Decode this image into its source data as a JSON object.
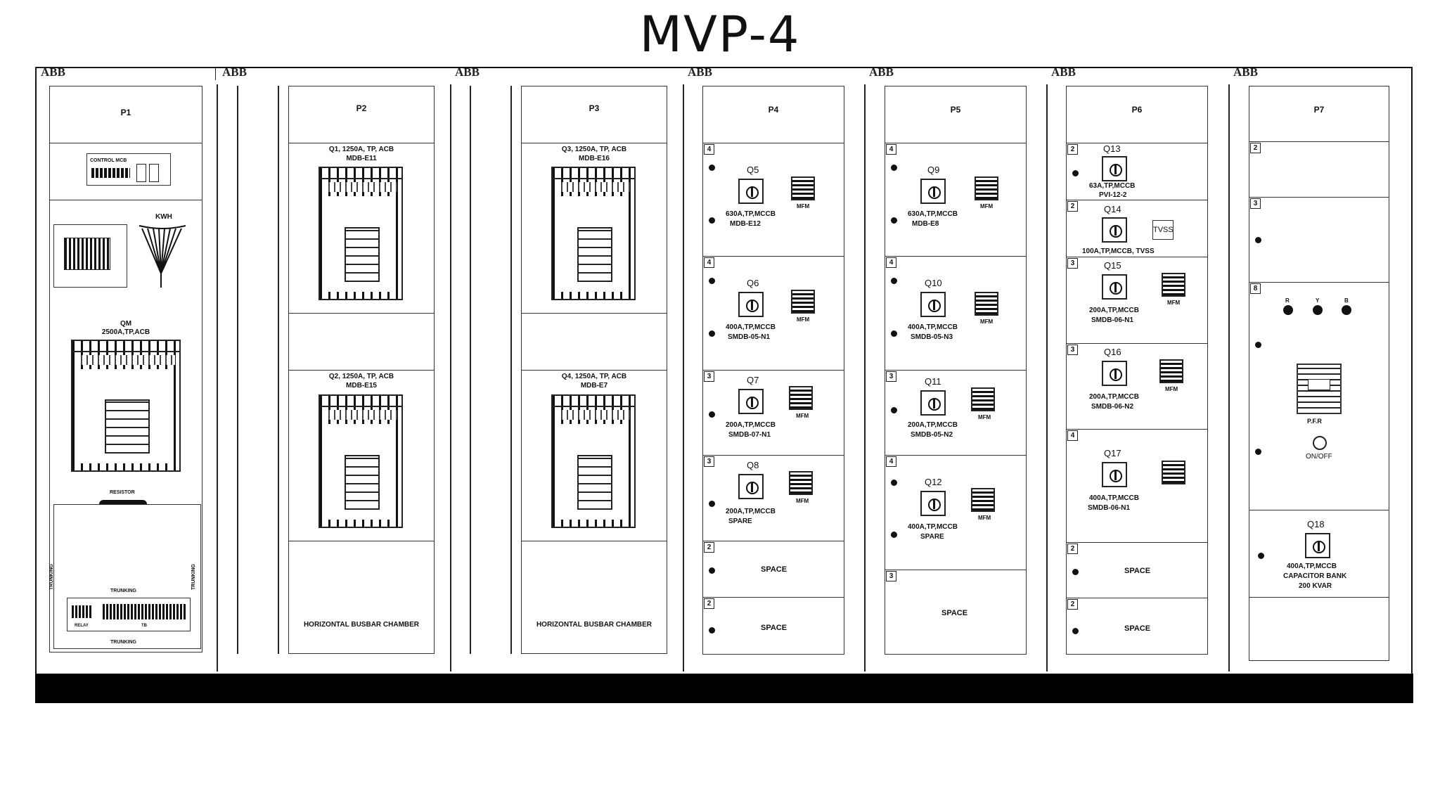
{
  "title": "MVP-4",
  "brand": "ABB",
  "panels": {
    "p1": {
      "name": "P1",
      "control_label": "CONTROL MCB",
      "kwh": "KWH",
      "qm_label": "QM",
      "qm_desc": "2500A,TP,ACB",
      "resistor": "RESISTOR",
      "trunking_left": "TRUNKING",
      "trunking_right": "TRUNKING",
      "trunking_mid": "TRUNKING",
      "trunking_bottom": "TRUNKING",
      "relay": "RELAY",
      "tb": "TB"
    },
    "p2": {
      "name": "P2",
      "q1": "Q1, 1250A, TP, ACB",
      "q1_sub": "MDB-E11",
      "q2": "Q2, 1250A, TP, ACB",
      "q2_sub": "MDB-E15",
      "busbar": "HORIZONTAL BUSBAR CHAMBER"
    },
    "p3": {
      "name": "P3",
      "q3": "Q3, 1250A, TP, ACB",
      "q3_sub": "MDB-E16",
      "q4": "Q4, 1250A, TP, ACB",
      "q4_sub": "MDB-E7",
      "busbar": "HORIZONTAL BUSBAR CHAMBER"
    },
    "p4": {
      "name": "P4",
      "cells": [
        {
          "num": "4",
          "q": "Q5",
          "l1": "630A,TP,MCCB",
          "l2": "MDB-E12",
          "mfm": "MFM"
        },
        {
          "num": "4",
          "q": "Q6",
          "l1": "400A,TP,MCCB",
          "l2": "SMDB-05-N1",
          "mfm": "MFM"
        },
        {
          "num": "3",
          "q": "Q7",
          "l1": "200A,TP,MCCB",
          "l2": "SMDB-07-N1",
          "mfm": "MFM"
        },
        {
          "num": "3",
          "q": "Q8",
          "l1": "200A,TP,MCCB",
          "l2": "SPARE",
          "mfm": "MFM"
        },
        {
          "num": "2",
          "space": "SPACE"
        },
        {
          "num": "2",
          "space": "SPACE"
        }
      ]
    },
    "p5": {
      "name": "P5",
      "cells": [
        {
          "num": "4",
          "q": "Q9",
          "l1": "630A,TP,MCCB",
          "l2": "MDB-E8",
          "mfm": "MFM"
        },
        {
          "num": "4",
          "q": "Q10",
          "l1": "400A,TP,MCCB",
          "l2": "SMDB-05-N3",
          "mfm": "MFM"
        },
        {
          "num": "3",
          "q": "Q11",
          "l1": "200A,TP,MCCB",
          "l2": "SMDB-05-N2",
          "mfm": "MFM"
        },
        {
          "num": "4",
          "q": "Q12",
          "l1": "400A,TP,MCCB",
          "l2": "SPARE",
          "mfm": "MFM"
        },
        {
          "num": "3",
          "space": "SPACE"
        }
      ]
    },
    "p6": {
      "name": "P6",
      "cells": [
        {
          "num": "2",
          "q": "Q13",
          "l1": "63A,TP,MCCB",
          "l2": "PVI-12-2"
        },
        {
          "num": "2",
          "q": "Q14",
          "l1": "100A,TP,MCCB, TVSS",
          "tvss": "TVSS"
        },
        {
          "num": "3",
          "q": "Q15",
          "l1": "200A,TP,MCCB",
          "l2": "SMDB-06-N1",
          "mfm": "MFM"
        },
        {
          "num": "3",
          "q": "Q16",
          "l1": "200A,TP,MCCB",
          "l2": "SMDB-06-N2",
          "mfm": "MFM"
        },
        {
          "num": "4",
          "q": "Q17",
          "l1": "400A,TP,MCCB",
          "l2": "SMDB-06-N1"
        },
        {
          "num": "2",
          "space": "SPACE"
        },
        {
          "num": "2",
          "space": "SPACE"
        }
      ]
    },
    "p7": {
      "name": "P7",
      "n1": "2",
      "n2": "3",
      "n3": "8",
      "r": "R",
      "y": "Y",
      "b": "B",
      "pfr": "P.F.R",
      "onoff": "ON/OFF",
      "q18": "Q18",
      "q18_l1": "400A,TP,MCCB",
      "q18_l2": "CAPACITOR BANK",
      "q18_l3": "200 KVAR"
    }
  }
}
